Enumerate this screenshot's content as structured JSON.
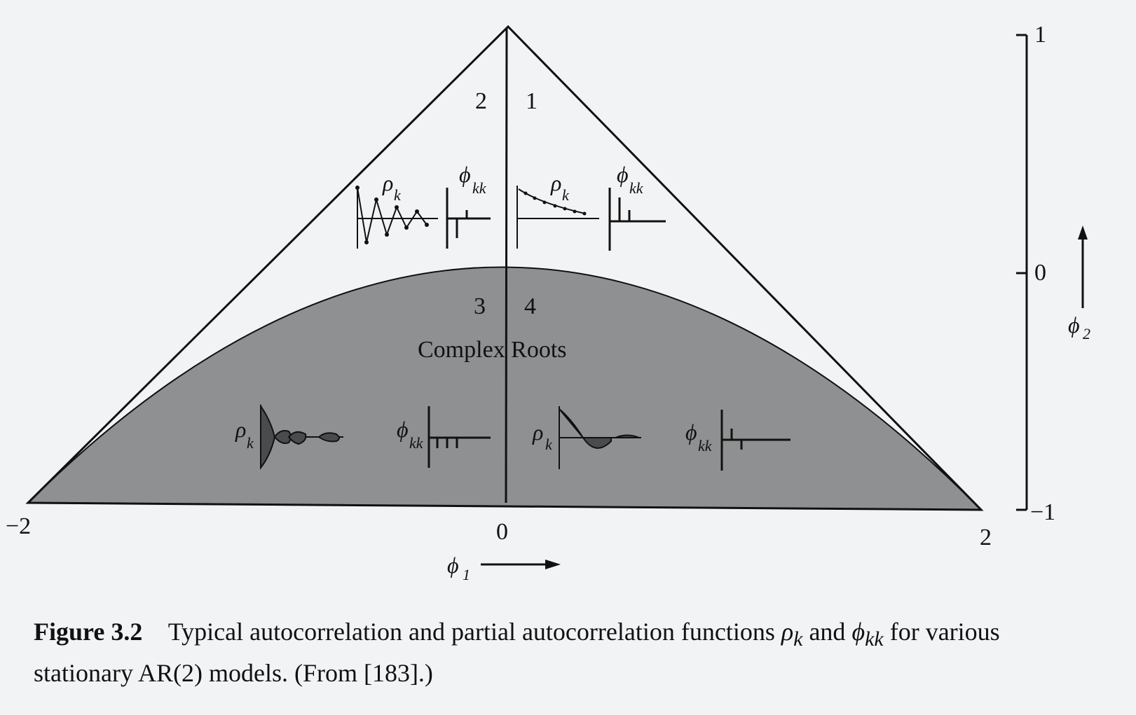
{
  "figure": {
    "regions": [
      "1",
      "2",
      "3",
      "4"
    ],
    "complex_roots_label": "Complex Roots",
    "phi1_axis": {
      "symbol": "ϕ",
      "subscript": "1",
      "ticks": [
        "−2",
        "0",
        "2"
      ]
    },
    "phi2_axis": {
      "symbol": "ϕ",
      "subscript": "2",
      "ticks": [
        "1",
        "0",
        "−1"
      ]
    },
    "rho_label": {
      "symbol": "ρ",
      "subscript": "k"
    },
    "phikk_label": {
      "symbol": "ϕ",
      "subscript": "kk"
    }
  },
  "caption": {
    "figure_number": "Figure 3.2",
    "text_before_rho": "Typical autocorrelation and partial autocorrelation functions",
    "rho": "ρ",
    "rho_sub": "k",
    "and": "and",
    "phi": "ϕ",
    "phi_sub": "kk",
    "text_after": "for various stationary AR(2) models. (From [183].)"
  },
  "colors": {
    "shaded_region": "#8f9091",
    "ink": "#111111",
    "background": "#f2f3f4"
  }
}
